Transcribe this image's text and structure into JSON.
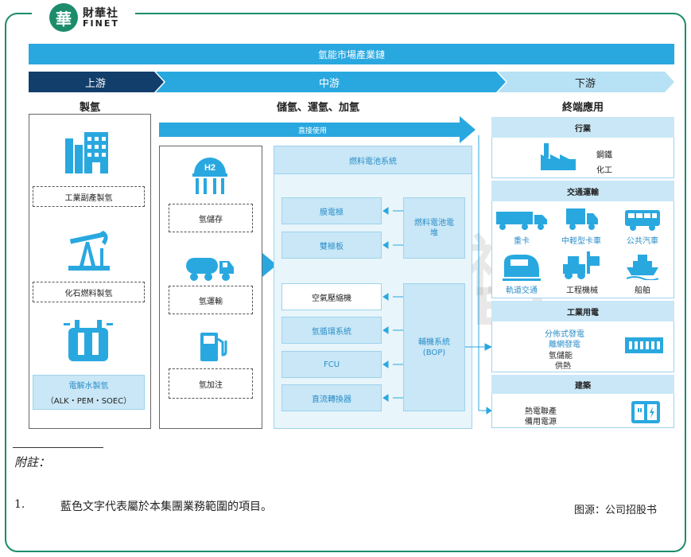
{
  "brand": {
    "logo_char": "華",
    "name_cn": "財華社",
    "name_en": "FINET"
  },
  "title": "氫能市場產業鏈",
  "stages": {
    "upstream": "上游",
    "midstream": "中游",
    "downstream": "下游"
  },
  "upstream": {
    "heading": "製氫",
    "items": [
      "工業副產製氫",
      "化石燃料製氫"
    ],
    "electrolysis": {
      "label": "電解水製氫",
      "sub": "（ALK・PEM・SOEC）"
    }
  },
  "midstream": {
    "heading": "儲氫、運氫、加氫",
    "direct_use": "直接使用",
    "logistics": [
      "氫儲存",
      "氫運輸",
      "氫加注"
    ],
    "h2_symbol": "H2",
    "fuel_cell_system": "燃料電池系統",
    "stack_parts": [
      "膜電極",
      "雙極板"
    ],
    "stack": "燃料電池電堆",
    "bop_parts": [
      "空氣壓縮機",
      "氫循環系統",
      "FCU",
      "直流轉換器"
    ],
    "bop": "輔機系統(BOP)"
  },
  "downstream": {
    "heading": "終端應用",
    "industry": {
      "title": "行業",
      "items": [
        "鋼鐵",
        "化工"
      ]
    },
    "transport": {
      "title": "交通運輸",
      "items": [
        "重卡",
        "中輕型卡車",
        "公共汽車",
        "軌道交通",
        "工程機械",
        "船舶"
      ]
    },
    "power": {
      "title": "工業用電",
      "items_blue": [
        "分佈式發電",
        "離網發電"
      ],
      "items_black": [
        "氫儲能",
        "供熱"
      ]
    },
    "building": {
      "title": "建築",
      "items": [
        "熱電聯產",
        "備用電源"
      ]
    }
  },
  "watermark": {
    "cn": "財華社",
    "en": "FINET"
  },
  "notes": {
    "title": "附註：",
    "items": [
      {
        "num": "1.",
        "text": "藍色文字代表屬於本集團業務範圍的項目。"
      }
    ]
  },
  "source": "图源：公司招股书",
  "colors": {
    "frame": "#1c8c6b",
    "title_bar": "#29a8e0",
    "upstream": "#123e6b",
    "midstream": "#29a8e0",
    "downstream": "#b7e1f4",
    "icon": "#29a8e0"
  }
}
